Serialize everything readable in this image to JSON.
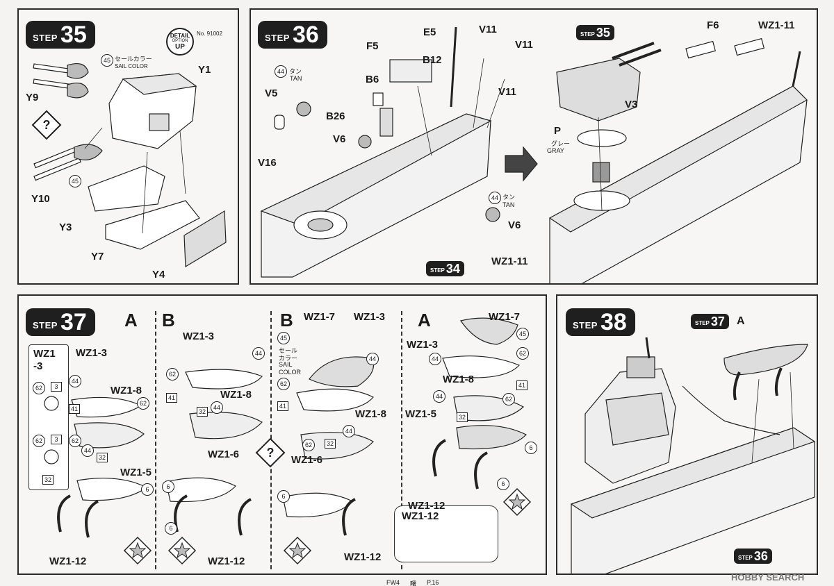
{
  "steps": {
    "s35": {
      "label": "STEP",
      "number": "35",
      "detail_line1": "DETAIL",
      "detail_line2": "OPTION",
      "detail_line3": "UP",
      "product_no": "No. 91002",
      "sail_color_code": "45",
      "sail_color_jp": "セールカラー",
      "sail_color_en": "SAIL COLOR",
      "paint_45b": "45",
      "parts": {
        "y1": "Y1",
        "y9": "Y9",
        "y10": "Y10",
        "y3": "Y3",
        "y7": "Y7",
        "y4": "Y4"
      }
    },
    "s36": {
      "label": "STEP",
      "number": "36",
      "tan_code_a": "44",
      "tan_jp_a": "タン",
      "tan_en_a": "TAN",
      "tan_code_b": "44",
      "tan_jp_b": "タン",
      "tan_en_b": "TAN",
      "gray_code": "P",
      "gray_jp": "グレー",
      "gray_en": "GRAY",
      "ref_step_a": {
        "label": "STEP",
        "number": "35"
      },
      "ref_step_b": {
        "label": "STEP",
        "number": "34"
      },
      "parts": {
        "e5": "E5",
        "v11a": "V11",
        "v11b": "V11",
        "v11c": "V11",
        "f5": "F5",
        "b12": "B12",
        "b6": "B6",
        "v5": "V5",
        "b26": "B26",
        "v6a": "V6",
        "v16": "V16",
        "v6b": "V6",
        "wz111a": "WZ1-11",
        "f6": "F6",
        "wz111b": "WZ1-11",
        "v3": "V3"
      }
    },
    "s37": {
      "label": "STEP",
      "number": "37",
      "col1": "A",
      "col2": "B",
      "col3": "B",
      "col4": "A",
      "sail_color_code": "45",
      "sail_jp_1": "セール",
      "sail_jp_2": "カラー",
      "sail_en_1": "SAIL",
      "sail_en_2": "COLOR",
      "parts": {
        "wz13box": "WZ1\n-3",
        "wz13": "WZ1-3",
        "wz18": "WZ1-8",
        "wz15": "WZ1-5",
        "wz16": "WZ1-6",
        "wz17": "WZ1-7",
        "wz112": "WZ1-12"
      },
      "paint": {
        "c62": "62",
        "c3": "3",
        "c44": "44",
        "c41": "41",
        "c32": "32",
        "c6": "6",
        "c45": "45"
      }
    },
    "s38": {
      "label": "STEP",
      "number": "38",
      "ref_a": {
        "label": "STEP",
        "number": "37",
        "suffix": "A"
      },
      "ref_b": {
        "label": "STEP",
        "number": "36"
      }
    }
  },
  "footer": {
    "left": "FW4",
    "mid": "曙",
    "page": "P.16",
    "watermark": "HOBBY SEARCH"
  }
}
